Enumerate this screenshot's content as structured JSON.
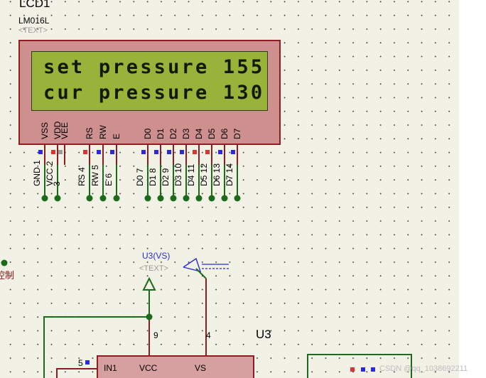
{
  "lcd": {
    "ref": "LCD1",
    "part": "LM016L",
    "text_placeholder": "<TEXT>",
    "line1": "set pressure 155",
    "line2": "cur pressure 130",
    "pin_names": [
      "VSS",
      "VDD",
      "VEE",
      "RS",
      "RW",
      "E",
      "D0",
      "D1",
      "D2",
      "D3",
      "D4",
      "D5",
      "D6",
      "D7"
    ],
    "pin_numbers": [
      "1",
      "2",
      "3",
      "4",
      "5",
      "6",
      "7",
      "8",
      "9",
      "10",
      "11",
      "12",
      "13",
      "14"
    ],
    "net_labels": [
      "GND",
      "VCC",
      "",
      "RS",
      "RW",
      "E",
      "D0",
      "D1",
      "D2",
      "D3",
      "D4",
      "D5",
      "D6",
      "D7"
    ]
  },
  "probe": {
    "label": "U3(VS)",
    "text_placeholder": "<TEXT>"
  },
  "left_label": "控制",
  "u3": {
    "ref": "U3",
    "pin_numbers": {
      "left": "5",
      "vcc": "9",
      "vs": "4"
    },
    "pin_names": [
      "IN1",
      "VCC",
      "VS"
    ]
  },
  "watermark": "CSDN @qq_1038692211",
  "colors": {
    "wire": "#1b6b1b",
    "component_border": "#8e1c22",
    "component_fill": "#ce8f8f",
    "lcd_screen": "#99b23a",
    "pin_red": "#e03030",
    "pin_blue": "#2a2ad8",
    "pin_gray": "#9a9a9a"
  }
}
